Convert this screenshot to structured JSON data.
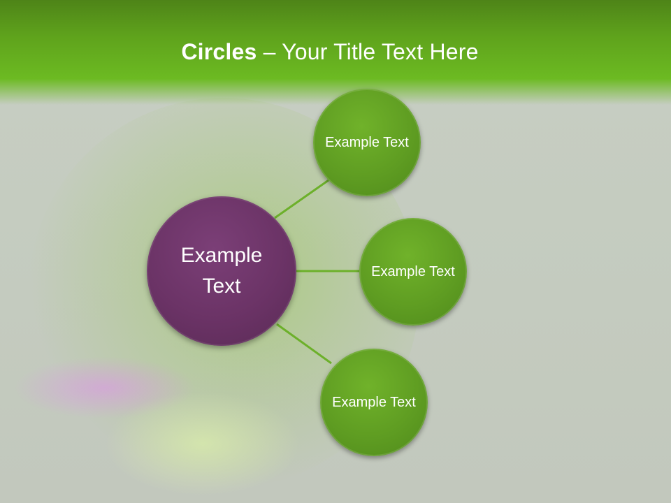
{
  "slide": {
    "title_bold": "Circles",
    "title_rest": " – Your Title Text Here"
  },
  "diagram": {
    "center": {
      "label": "Example Text",
      "color": "#6b3366"
    },
    "satellites": [
      {
        "label": "Example Text",
        "color": "#5f9d22"
      },
      {
        "label": "Example Text",
        "color": "#5f9d22"
      },
      {
        "label": "Example Text",
        "color": "#5f9d22"
      }
    ],
    "connector_color": "#6cb02a"
  }
}
